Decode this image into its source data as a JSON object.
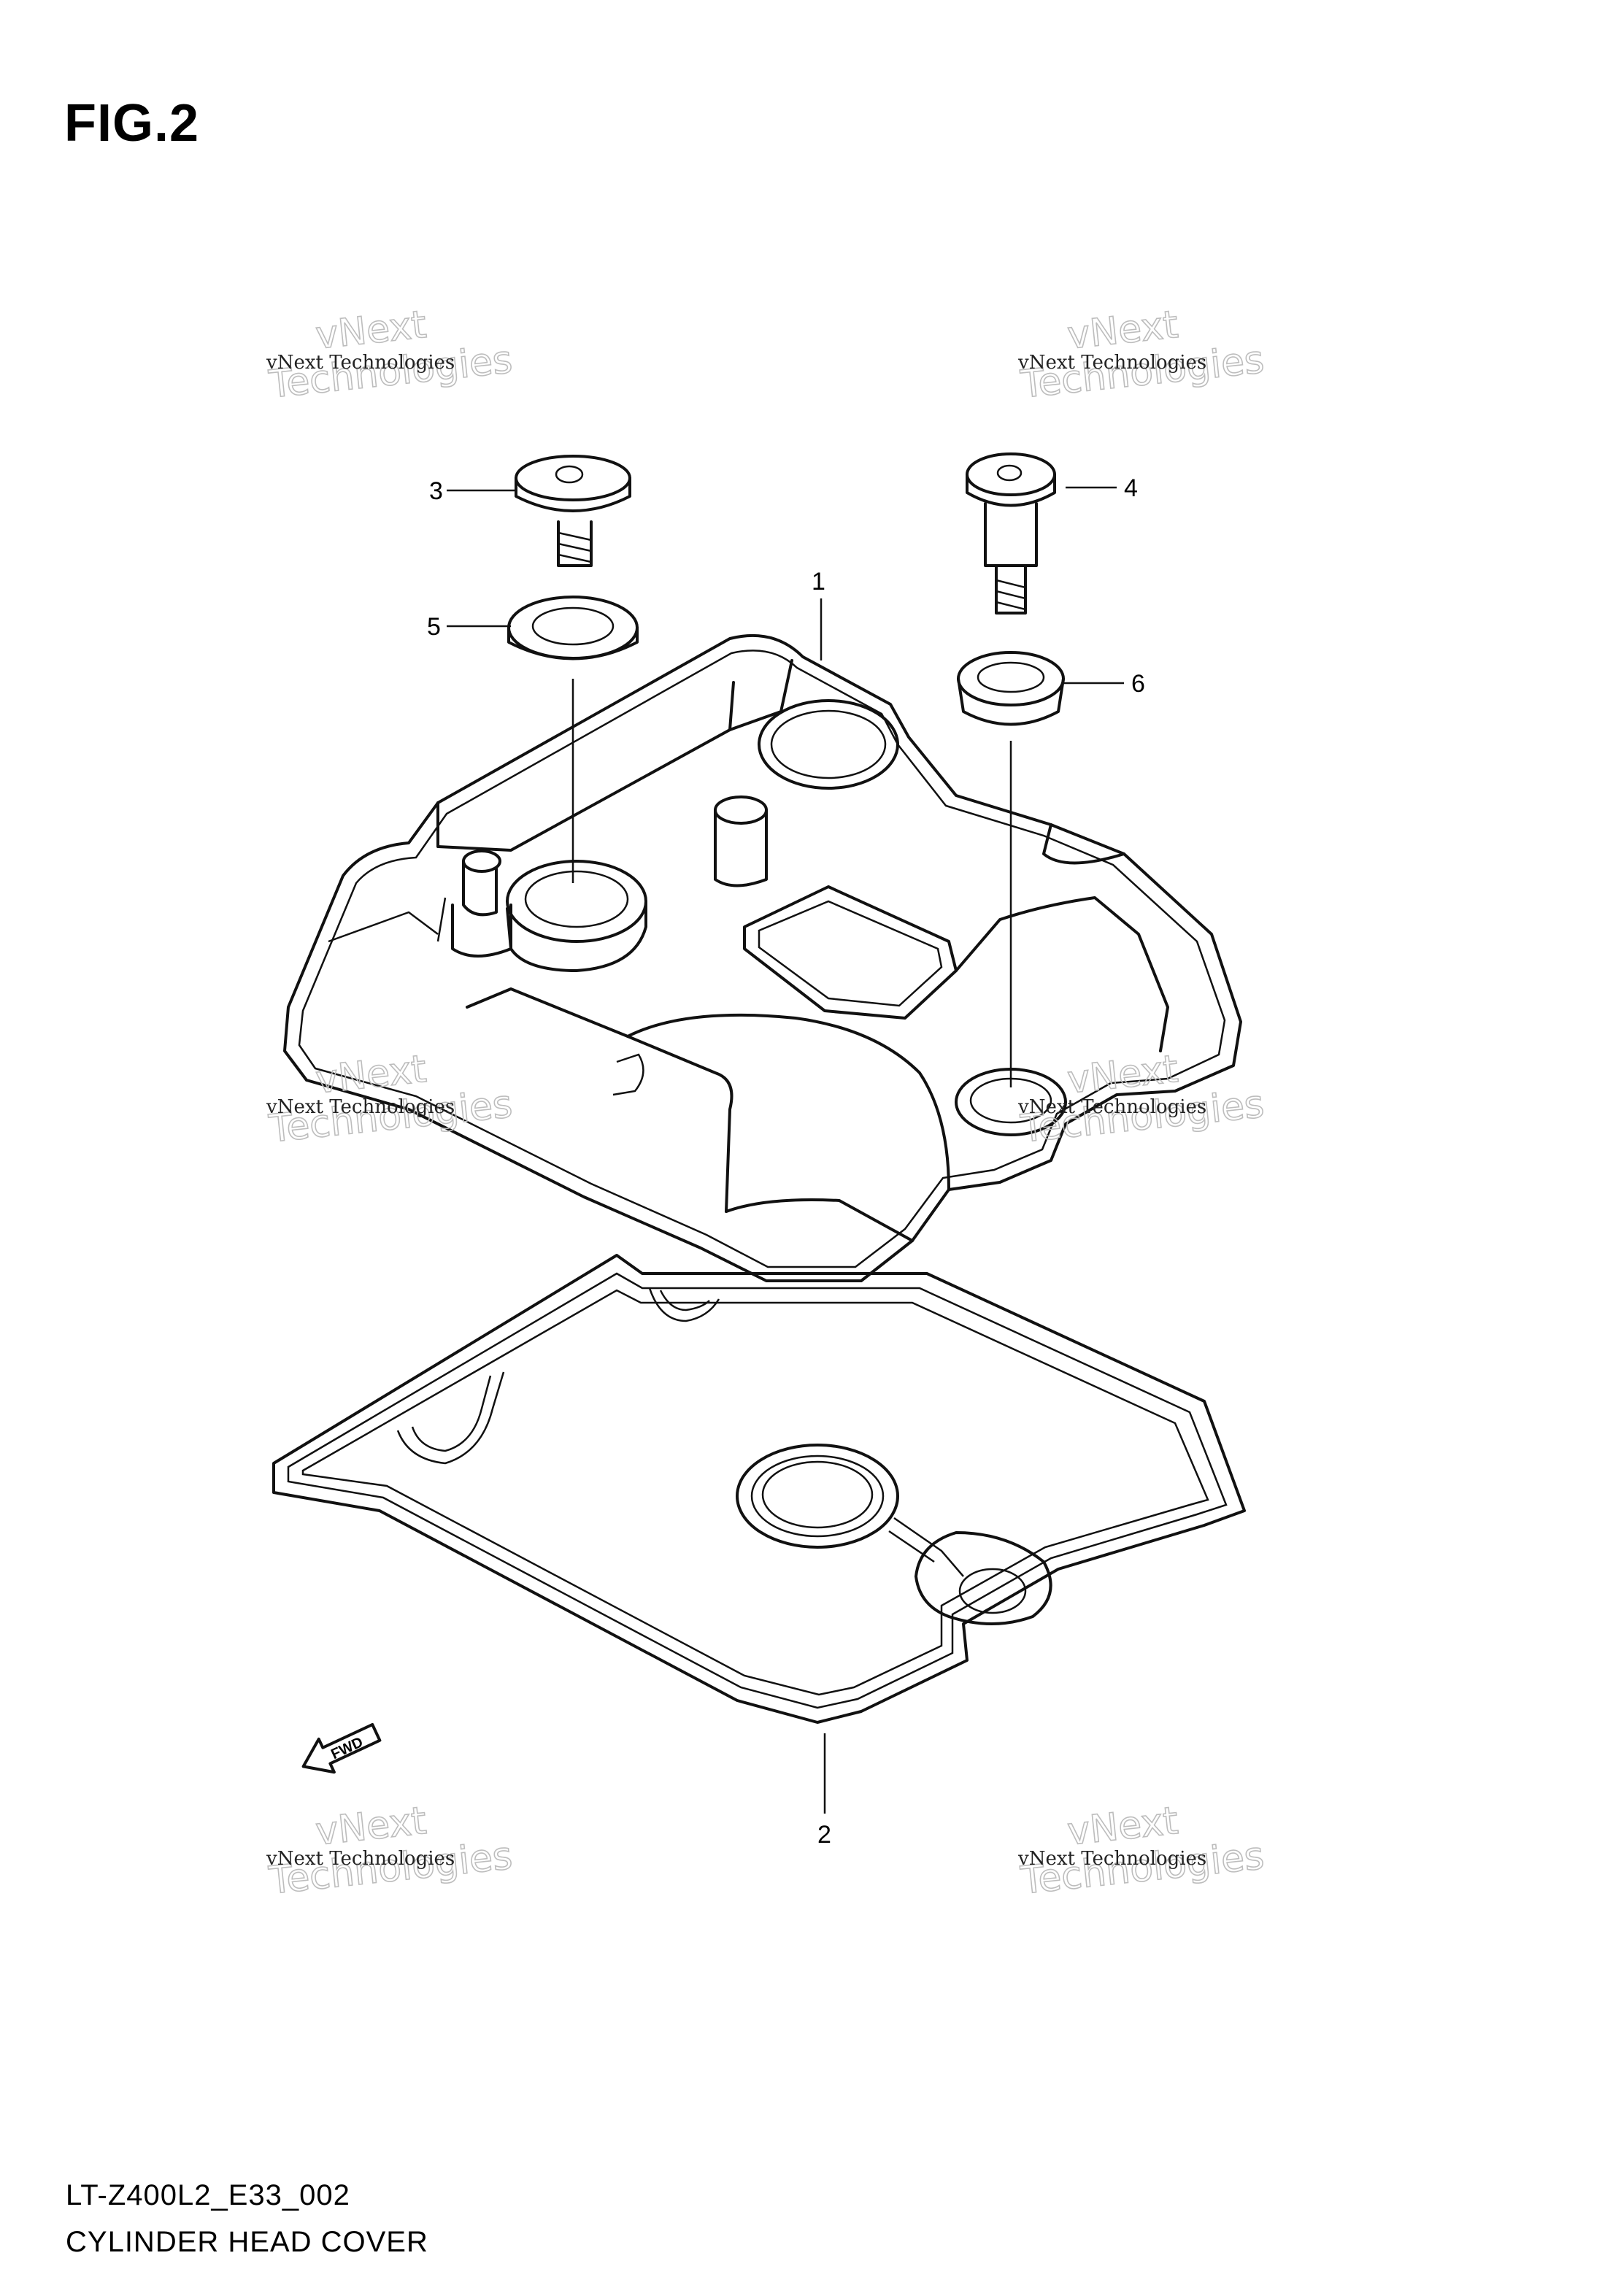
{
  "figure": {
    "title": "FIG.2"
  },
  "parts": [
    {
      "ref": "1"
    },
    {
      "ref": "2"
    },
    {
      "ref": "3"
    },
    {
      "ref": "4"
    },
    {
      "ref": "5"
    },
    {
      "ref": "6"
    }
  ],
  "fwd_label": "FWD",
  "watermark": {
    "line1": "vNext Technologies",
    "line2": "vNext",
    "line3": "Technologies"
  },
  "footer": {
    "model_code": "LT-Z400L2_E33_002",
    "section_name": "CYLINDER HEAD COVER"
  }
}
